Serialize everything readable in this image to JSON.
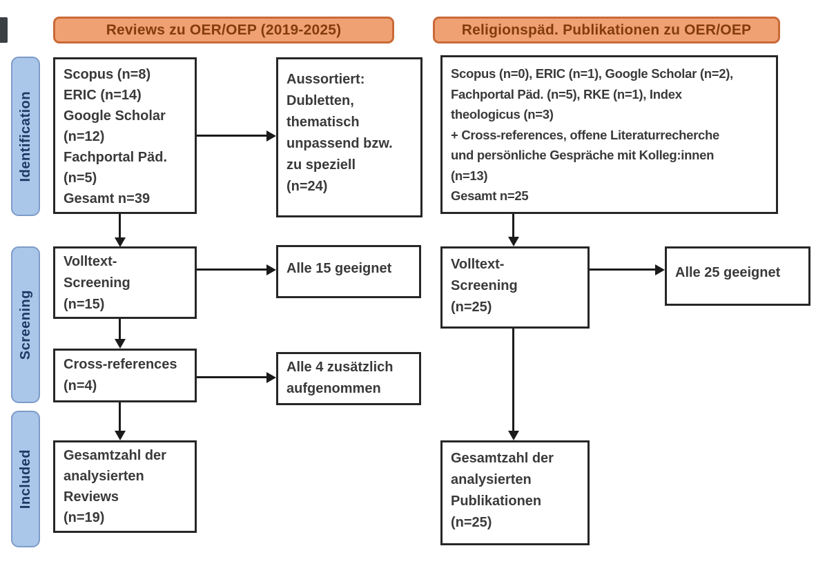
{
  "diagram": {
    "column_headers": {
      "left": "Reviews zu OER/OEP (2019-2025)",
      "right": "Religionspäd. Publikationen zu OER/OEP"
    },
    "stage_labels": {
      "identification": "Identification",
      "screening": "Screening",
      "included": "Included"
    },
    "left_flow": {
      "sources": "Scopus (n=8)\nERIC (n=14)\nGoogle Scholar\n(n=12)\nFachportal Päd.\n(n=5)\nGesamt n=39",
      "excluded": "Aussortiert:\nDubletten,\nthematisch\nunpassend bzw.\nzu speziell\n(n=24)",
      "fulltext_screening": "Volltext-\nScreening\n(n=15)",
      "fulltext_result": "Alle 15 geeignet",
      "cross_references": "Cross-references\n(n=4)",
      "cross_references_result": "Alle 4 zusätzlich\naufgenommen",
      "included_total": "Gesamtzahl der\nanalysierten\nReviews\n(n=19)"
    },
    "right_flow": {
      "sources": "Scopus (n=0), ERIC (n=1), Google Scholar (n=2),\nFachportal Päd. (n=5), RKE (n=1), Index\ntheologicus (n=3)\n+ Cross-references, offene Literaturrecherche\nund persönliche Gespräche mit Kolleg:innen\n(n=13)\nGesamt n=25",
      "fulltext_screening": "Volltext-\nScreening\n(n=25)",
      "fulltext_result": "Alle 25 geeignet",
      "included_total": "Gesamtzahl der\nanalysierten\nPublikationen\n(n=25)"
    },
    "colors": {
      "header_fill": "#F0A173",
      "header_border": "#C96A38",
      "header_text": "#843C0C",
      "stage_fill": "#AAC7E9",
      "stage_border": "#7D9BC9",
      "stage_text": "#1F3864",
      "box_border": "#262626",
      "box_text": "#3A3A3A",
      "arrow": "#1A1A1A"
    }
  }
}
